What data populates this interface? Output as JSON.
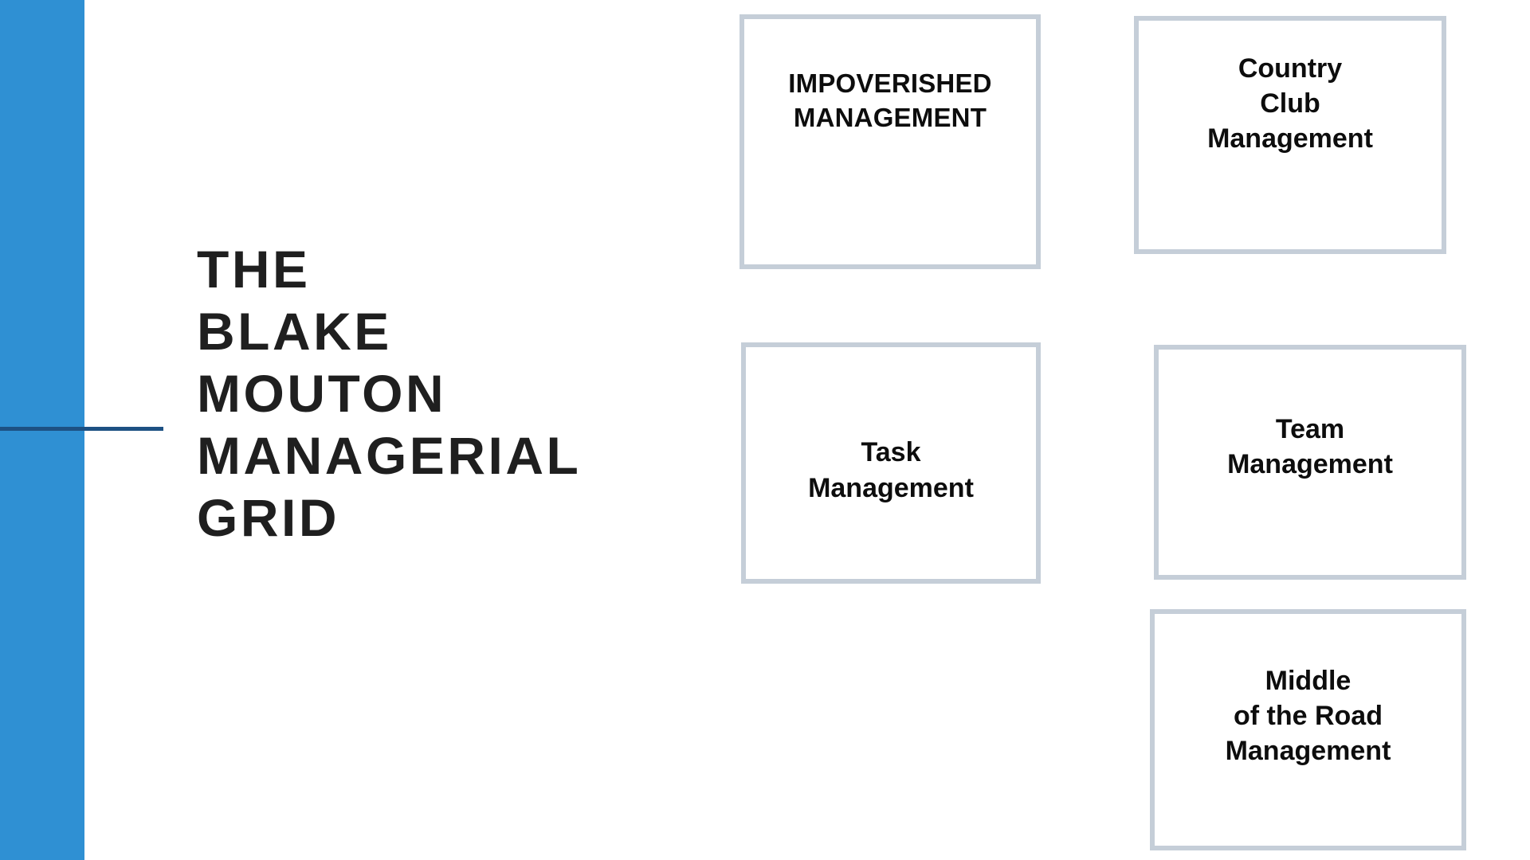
{
  "slide": {
    "title": "THE\nBLAKE\nMOUTON\nMANAGERIAL\nGRID",
    "background_color": "#ffffff",
    "accent_bar_color": "#2f90d3",
    "accent_rule_color": "#1d5183",
    "box_border_color": "#c5ced8",
    "title_color": "#1f1f1f",
    "box_text_color": "#0d0d0d"
  },
  "boxes": [
    {
      "id": "impoverished",
      "label": "IMPOVERISHED\nMANAGEMENT",
      "case": "uppercase"
    },
    {
      "id": "country-club",
      "label": "Country\nClub\nManagement",
      "case": "title"
    },
    {
      "id": "task",
      "label": "Task\nManagement",
      "case": "title"
    },
    {
      "id": "team",
      "label": "Team\nManagement",
      "case": "title"
    },
    {
      "id": "middle-road",
      "label": "Middle\nof the Road\nManagement",
      "case": "title"
    }
  ]
}
